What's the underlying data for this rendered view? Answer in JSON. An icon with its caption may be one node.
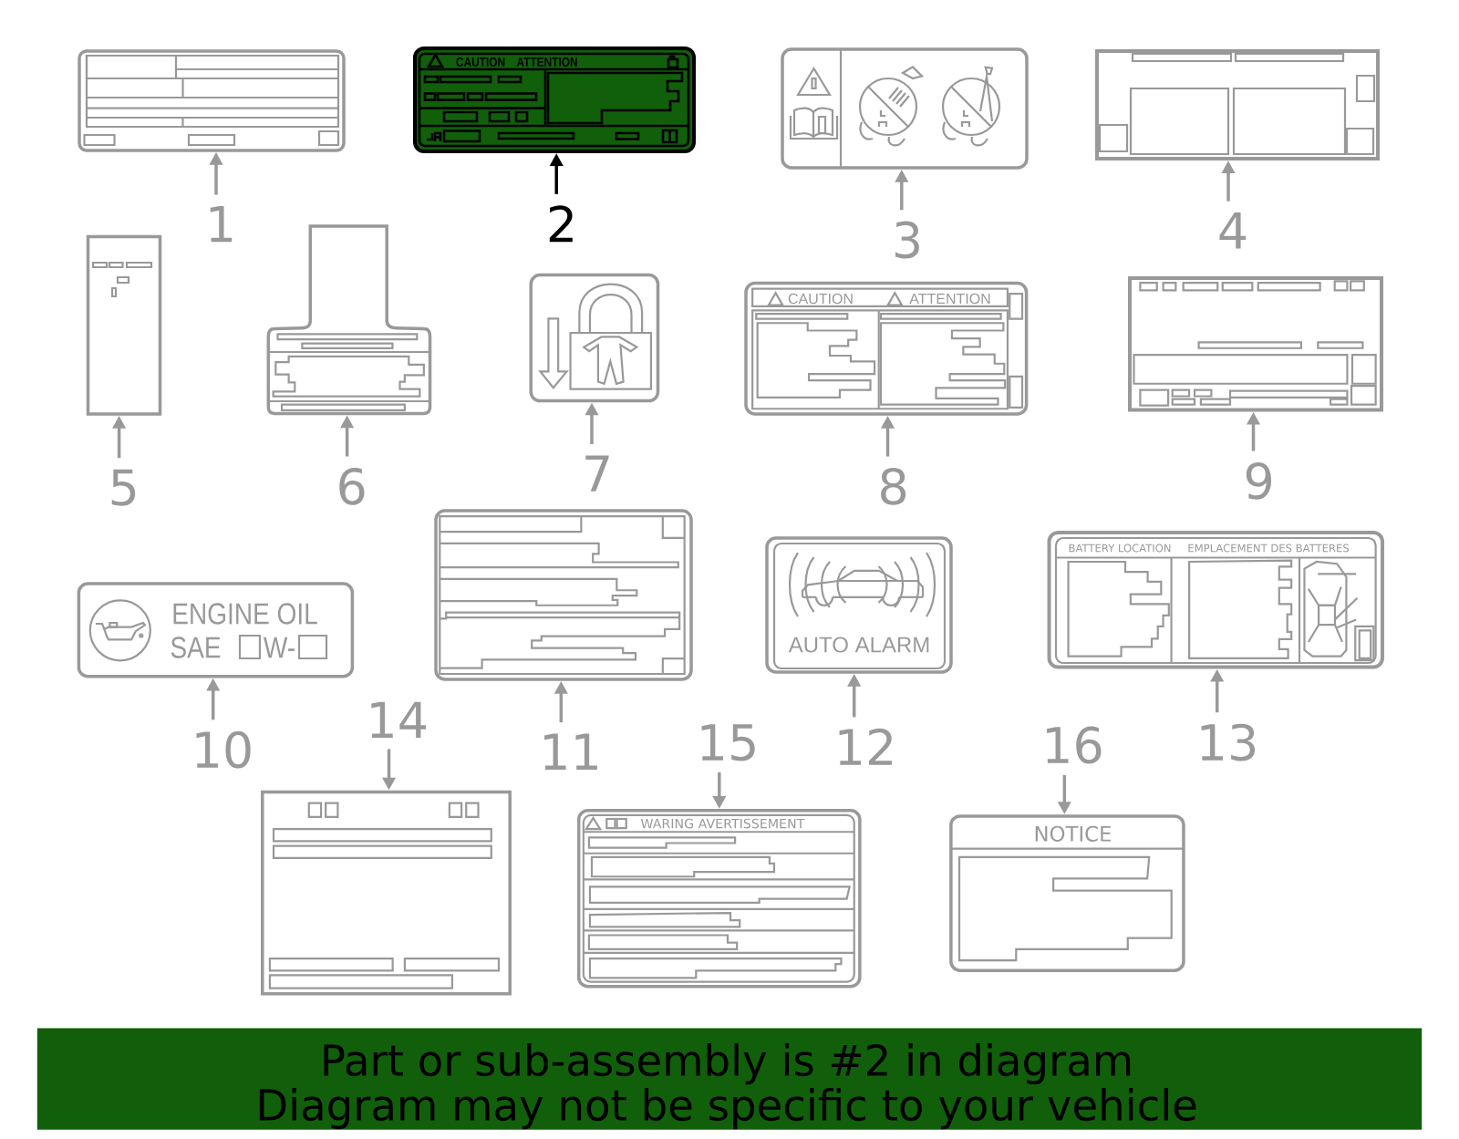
{
  "diagram": {
    "nodes": [
      {
        "text": [],
        "shape": "picture"
      },
      {
        "text": [
          "1"
        ]
      },
      {
        "text": [
          "CAUTION",
          "ATTENTION"
        ]
      },
      {
        "text": [
          "2"
        ]
      },
      {
        "text": [],
        "shape": "picture"
      },
      {
        "text": [
          "3"
        ]
      },
      {
        "text": [],
        "shape": "picture"
      },
      {
        "text": [
          "4"
        ]
      },
      {
        "text": [],
        "shape": "picture"
      },
      {
        "text": [
          "5"
        ]
      },
      {
        "text": [],
        "shape": "picture"
      },
      {
        "text": [
          "6"
        ]
      },
      {
        "text": [],
        "shape": "picture"
      },
      {
        "text": [
          "7"
        ]
      },
      {
        "text": [
          "CAUTION",
          "ATTENTION"
        ]
      },
      {
        "text": [
          "8"
        ]
      },
      {
        "text": [],
        "shape": "picture"
      },
      {
        "text": [
          "9"
        ]
      },
      {
        "text": [
          "ENGINE OIL",
          "SAE",
          "W-"
        ]
      },
      {
        "text": [
          "10"
        ]
      },
      {
        "text": [],
        "shape": "picture"
      },
      {
        "text": [
          "11"
        ]
      },
      {
        "text": [
          "AUTO ALARM"
        ]
      },
      {
        "text": [
          "12"
        ]
      },
      {
        "text": [
          "BATTERY LOCATION",
          "EMPLACEMENT DES BATTERES"
        ]
      },
      {
        "text": [
          "13"
        ]
      },
      {
        "text": [],
        "shape": "picture"
      },
      {
        "text": [
          "14"
        ]
      },
      {
        "text": [
          "WARING AVERTISSEMENT"
        ]
      },
      {
        "text": [
          "15"
        ]
      },
      {
        "text": [
          "NOTICE"
        ]
      },
      {
        "text": [
          "16"
        ]
      },
      {
        "text": [
          "Part or sub-assembly is #2 in diagram",
          "Diagram may not be specific to your vehicle"
        ]
      }
    ],
    "edges": [
      {
        "from": 1,
        "to": 0,
        "arrow": "to"
      },
      {
        "from": 3,
        "to": 2,
        "arrow": "to",
        "color": "#000000"
      },
      {
        "from": 5,
        "to": 4,
        "arrow": "to"
      },
      {
        "from": 7,
        "to": 6,
        "arrow": "to"
      },
      {
        "from": 9,
        "to": 8,
        "arrow": "to"
      },
      {
        "from": 11,
        "to": 10,
        "arrow": "to"
      },
      {
        "from": 13,
        "to": 12,
        "arrow": "to"
      },
      {
        "from": 15,
        "to": 14,
        "arrow": "to"
      },
      {
        "from": 17,
        "to": 16,
        "arrow": "to"
      },
      {
        "from": 19,
        "to": 18,
        "arrow": "to"
      },
      {
        "from": 21,
        "to": 20,
        "arrow": "to"
      },
      {
        "from": 23,
        "to": 22,
        "arrow": "to"
      },
      {
        "from": 25,
        "to": 24,
        "arrow": "to"
      },
      {
        "from": 27,
        "to": 26,
        "arrow": "to"
      },
      {
        "from": 29,
        "to": 28,
        "arrow": "to"
      },
      {
        "from": 31,
        "to": 30,
        "arrow": "to"
      }
    ]
  }
}
